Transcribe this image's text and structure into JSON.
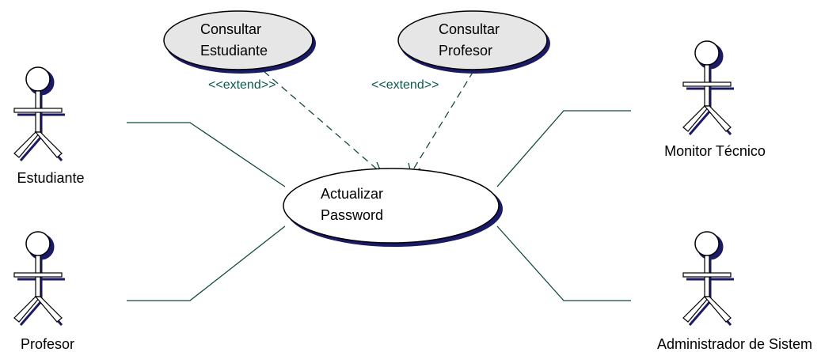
{
  "diagram": {
    "colors": {
      "line": "#0f4a40",
      "stereotype": "#0b5a4f",
      "usecase_fill_secondary": "#e6e6e6",
      "usecase_fill_main": "#ffffff",
      "shadow": "#1a1a66"
    },
    "use_cases": {
      "consultar_estudiante": {
        "line1": "Consultar",
        "line2": "Estudiante"
      },
      "consultar_profesor": {
        "line1": "Consultar",
        "line2": "Profesor"
      },
      "actualizar_password": {
        "line1": "Actualizar",
        "line2": "Password"
      }
    },
    "actors": {
      "estudiante": "Estudiante",
      "profesor": "Profesor",
      "monitor": "Monitor Técnico",
      "administrador": "Administrador de Sistem"
    },
    "relations": {
      "extend_left": "<<extend>>",
      "extend_right": "<<extend>>"
    }
  }
}
